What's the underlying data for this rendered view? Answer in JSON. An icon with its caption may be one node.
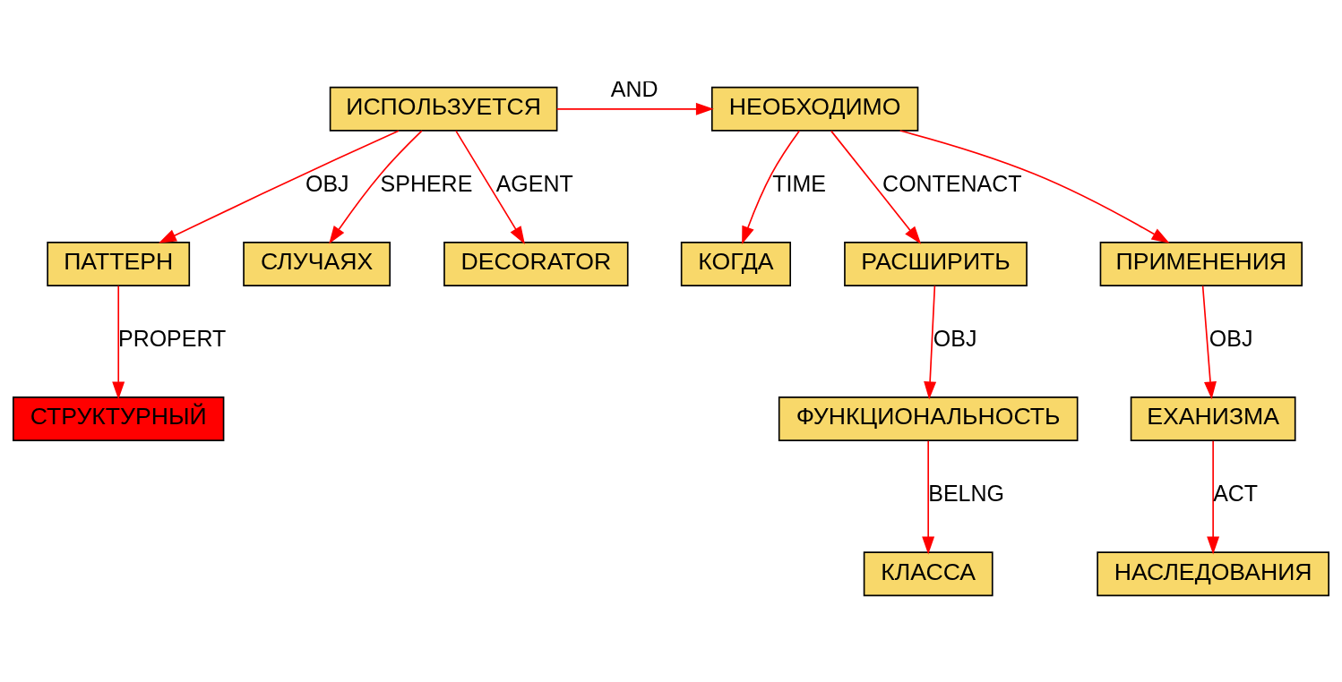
{
  "diagram": {
    "nodes": [
      {
        "text": [
          "ИСПОЛЬЗУЕТСЯ"
        ]
      },
      {
        "text": [
          "НЕОБХОДИМО"
        ]
      },
      {
        "text": [
          "ПАТТЕРН"
        ]
      },
      {
        "text": [
          "СЛУЧАЯХ"
        ]
      },
      {
        "text": [
          "DECORATOR"
        ]
      },
      {
        "text": [
          "КОГДА"
        ]
      },
      {
        "text": [
          "РАСШИРИТЬ"
        ]
      },
      {
        "text": [
          "ПРИМЕНЕНИЯ"
        ]
      },
      {
        "text": [
          "ФУНКЦИОНАЛЬНОСТЬ"
        ]
      },
      {
        "text": [
          "ЕХАНИЗМА"
        ]
      },
      {
        "text": [
          "НАСЛЕДОВАНИЯ"
        ]
      },
      {
        "text": [
          "СТРУКТУРНЫЙ"
        ]
      },
      {
        "text": [
          "КЛАССА"
        ]
      }
    ],
    "edges": [
      {
        "from": 0,
        "to": 1,
        "arrow": "to",
        "label": "AND"
      },
      {
        "from": 0,
        "to": 2,
        "arrow": "to",
        "label": "OBJ"
      },
      {
        "from": 0,
        "to": 4,
        "arrow": "to",
        "label": "AGENT"
      },
      {
        "from": 0,
        "to": 3,
        "arrow": "to",
        "label": "SPHERE"
      },
      {
        "from": 1,
        "to": 5,
        "arrow": "to",
        "label": "TIME"
      },
      {
        "from": 1,
        "to": 6,
        "arrow": "to",
        "label": "CONTENACT"
      },
      {
        "from": 1,
        "to": 7,
        "arrow": "to"
      },
      {
        "from": 2,
        "to": 11,
        "arrow": "to",
        "label": "PROPERT"
      },
      {
        "from": 6,
        "to": 8,
        "arrow": "to",
        "label": "OBJ"
      },
      {
        "from": 7,
        "to": 9,
        "arrow": "to",
        "label": "OBJ"
      },
      {
        "from": 8,
        "to": 12,
        "arrow": "to",
        "label": "BELNG"
      },
      {
        "from": 9,
        "to": 10,
        "arrow": "to",
        "label": "ACT"
      }
    ]
  }
}
